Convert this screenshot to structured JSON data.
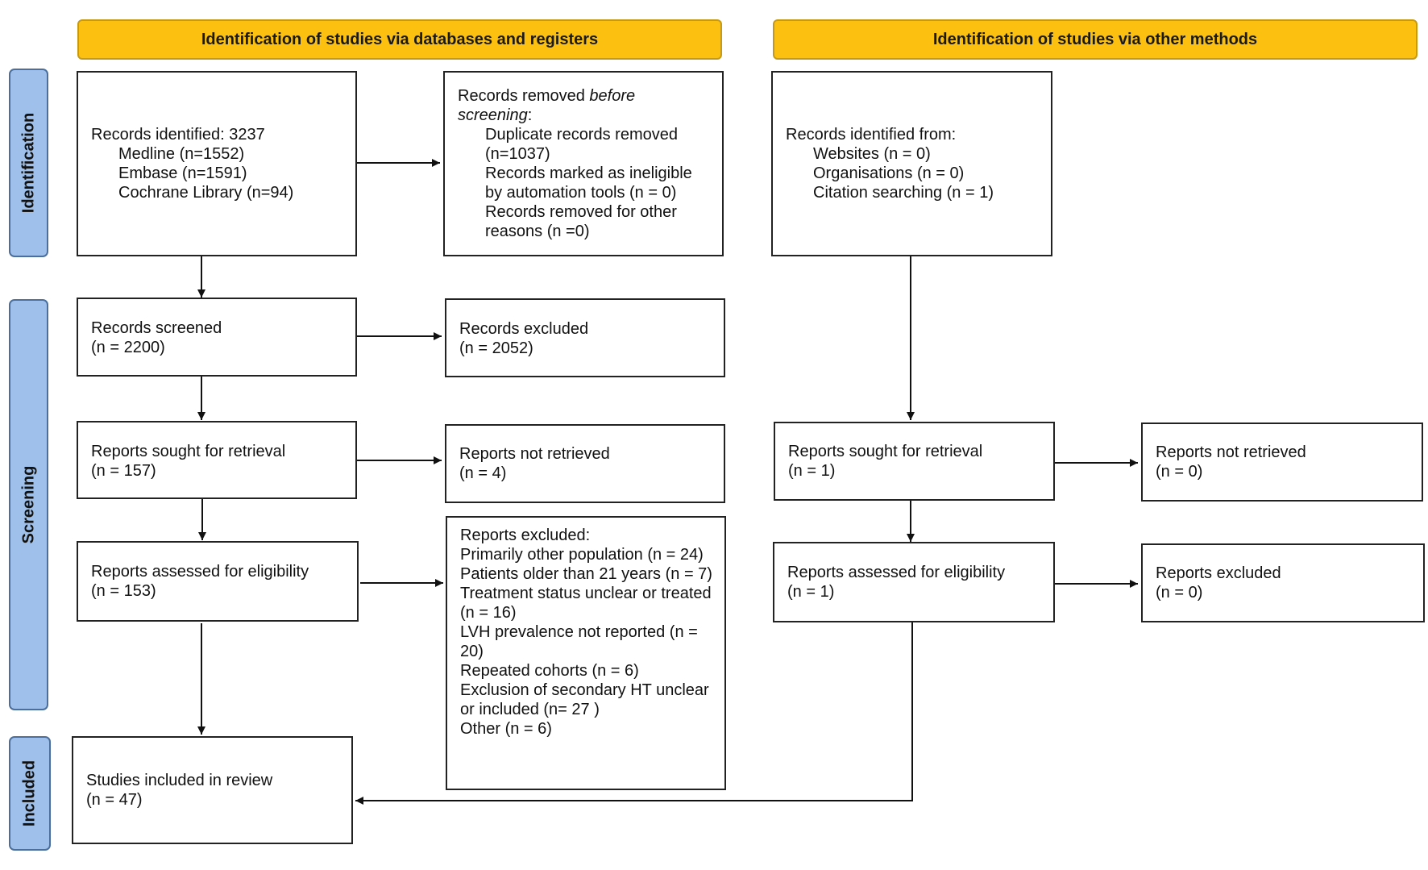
{
  "headers": {
    "left": "Identification of studies via databases and registers",
    "right": "Identification of studies via other methods"
  },
  "phases": {
    "identification": "Identification",
    "screening": "Screening",
    "included": "Included"
  },
  "databases": {
    "records_identified": {
      "title": "Records identified: 3237",
      "items": [
        "Medline (n=1552)",
        "Embase (n=1591)",
        "Cochrane Library (n=94)"
      ]
    },
    "records_removed": {
      "title_prefix": "Records removed ",
      "title_emph": "before screening",
      "title_suffix": ":",
      "items": [
        "Duplicate records removed (n=1037)",
        "Records marked as ineligible by automation tools (n = 0)",
        "Records removed for other reasons (n =0)"
      ]
    },
    "records_screened": {
      "label": "Records screened",
      "count": "(n = 2200)"
    },
    "records_excluded": {
      "label": "Records excluded",
      "count": "(n = 2052)"
    },
    "reports_sought": {
      "label": "Reports sought for retrieval",
      "count": "(n = 157)"
    },
    "reports_not_retrieved": {
      "label": "Reports not retrieved",
      "count": "(n = 4)"
    },
    "reports_assessed": {
      "label": "Reports assessed for eligibility",
      "count": "(n = 153)"
    },
    "reports_excluded": {
      "title": "Reports excluded:",
      "items": [
        "Primarily other population (n = 24)",
        "Patients older than 21 years (n = 7)",
        "Treatment status unclear or treated (n = 16)",
        "LVH prevalence not reported (n = 20)",
        "Repeated cohorts (n = 6)",
        "Exclusion of secondary HT unclear or included (n= 27 )",
        "Other (n = 6)"
      ]
    },
    "studies_included": {
      "label": "Studies included in review",
      "count": "(n = 47)"
    }
  },
  "other_methods": {
    "records_identified": {
      "title": "Records identified from:",
      "items": [
        "Websites (n = 0)",
        "Organisations (n = 0)",
        "Citation searching (n = 1)"
      ]
    },
    "reports_sought": {
      "label": "Reports sought for retrieval",
      "count": "(n = 1)"
    },
    "reports_not_retrieved": {
      "label": "Reports not retrieved",
      "count": "(n = 0)"
    },
    "reports_assessed": {
      "label": "Reports assessed for eligibility",
      "count": "(n = 1)"
    },
    "reports_excluded": {
      "label": "Reports excluded",
      "count": "(n = 0)"
    }
  },
  "colors": {
    "header_fill": "#fcc010",
    "header_border": "#c69a16",
    "phase_fill": "#9ec0ea",
    "phase_border": "#4b6f9c",
    "box_border": "#222222",
    "arrow": "#111111"
  }
}
